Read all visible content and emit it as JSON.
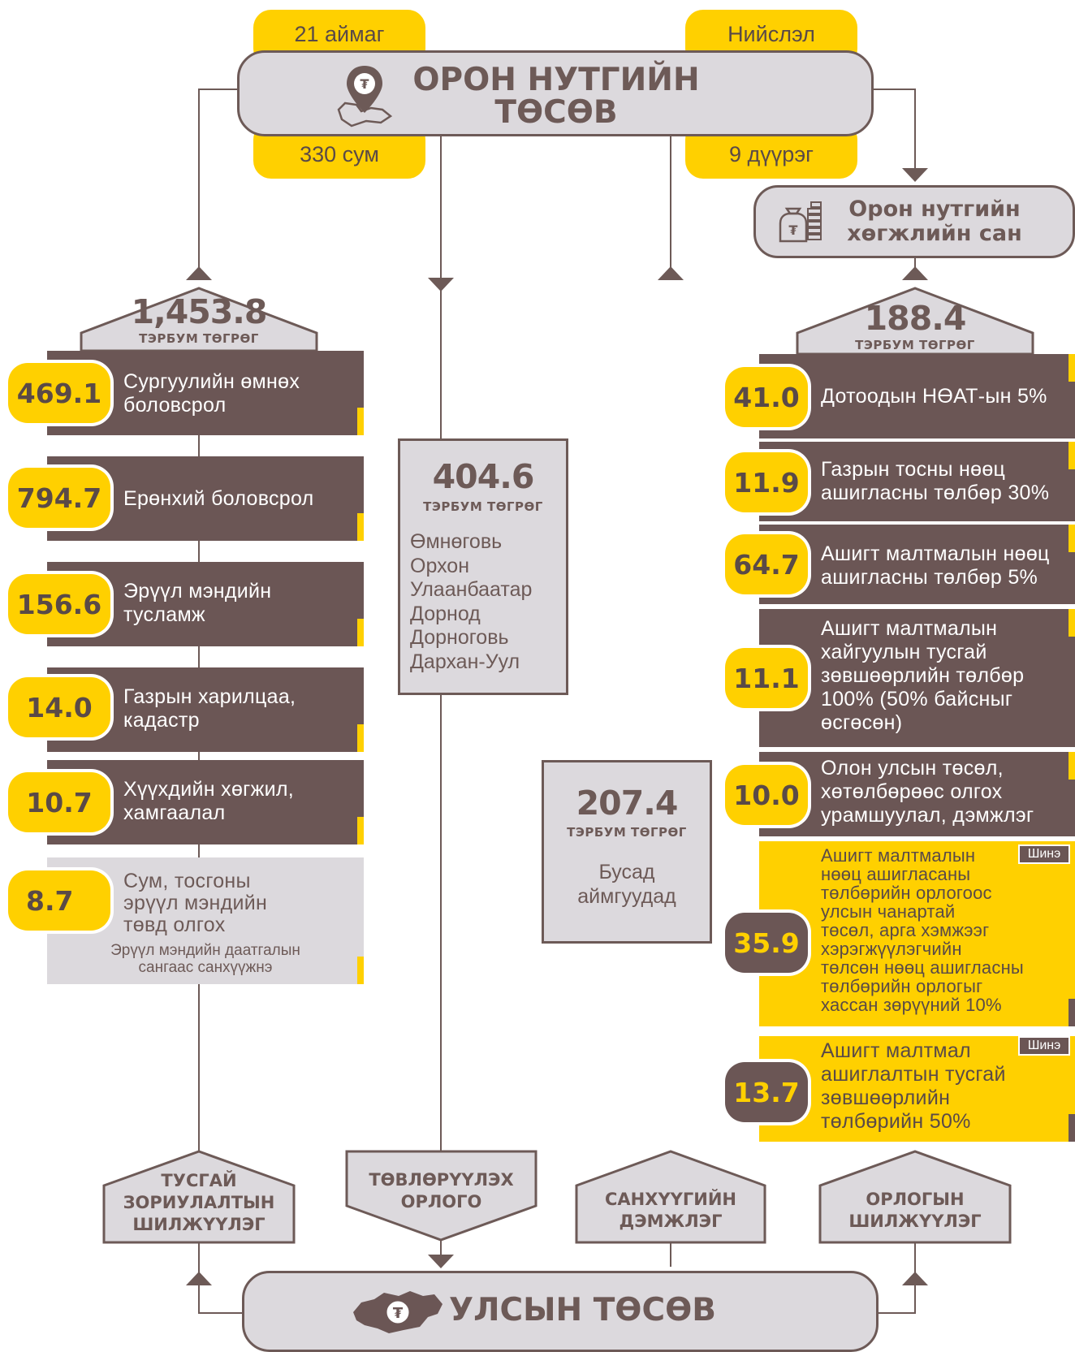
{
  "top": {
    "tags": {
      "aimag": "21 аймаг",
      "capital": "Нийслэл",
      "sum": "330 сум",
      "duureg": "9 дүүрэг"
    },
    "title_line1": "ОРОН НУТГИЙН",
    "title_line2": "ТӨСӨВ"
  },
  "fund": {
    "line1": "Орон нутгийн",
    "line2": "хөгжлийн сан"
  },
  "left": {
    "total": "1,453.8",
    "unit": "ТЭРБУМ ТӨГРӨГ",
    "items": [
      {
        "value": "469.1",
        "line1": "Сургуулийн өмнөх",
        "line2": "боловсрол"
      },
      {
        "value": "794.7",
        "line1": "Ерөнхий боловсрол",
        "line2": ""
      },
      {
        "value": "156.6",
        "line1": "Эрүүл мэндийн",
        "line2": "тусламж"
      },
      {
        "value": "14.0",
        "line1": "Газрын харилцаа,",
        "line2": "кадастр"
      },
      {
        "value": "10.7",
        "line1": "Хүүхдийн хөгжил,",
        "line2": "хамгаалал"
      },
      {
        "value": "8.7",
        "line1": "Сум, тосгоны",
        "line2": "эрүүл мэндийн",
        "line3": "төвд олгох",
        "note1": "Эрүүл мэндийн даатгалын",
        "note2": "сангаас санхүүжнэ"
      }
    ]
  },
  "center": {
    "total": "404.6",
    "unit": "ТЭРБУМ ТӨГРӨГ",
    "places": [
      "Өмнөговь",
      "Орхон",
      "Улаанбаатар",
      "Дорнод",
      "Дорноговь",
      "Дархан-Уул"
    ]
  },
  "center2": {
    "total": "207.4",
    "unit": "ТЭРБУМ ТӨГРӨГ",
    "line1": "Бусад",
    "line2": "аймгуудад"
  },
  "right": {
    "total": "188.4",
    "unit": "ТЭРБУМ ТӨГРӨГ",
    "items": [
      {
        "value": "41.0",
        "lines": [
          "Дотоодын НӨАТ-ын 5%"
        ]
      },
      {
        "value": "11.9",
        "lines": [
          "Газрын тосны нөөц",
          "ашигласны төлбөр 30%"
        ]
      },
      {
        "value": "64.7",
        "lines": [
          "Ашигт малтмалын нөөц",
          "ашигласны төлбөр 5%"
        ]
      },
      {
        "value": "11.1",
        "lines": [
          "Ашигт малтмалын",
          "хайгуулын тусгай",
          "зөвшөөрлийн төлбөр",
          "100% (50% байсныг",
          "өсгөсөн)"
        ]
      },
      {
        "value": "10.0",
        "lines": [
          "Олон улсын төсөл,",
          "хөтөлбөрөөс олгох",
          "урамшуулал, дэмжлэг"
        ]
      },
      {
        "value": "35.9",
        "badge": "Шинэ",
        "lines": [
          "Ашигт малтмалын",
          "нөөц ашигласаны",
          "төлбөрийн орлогоос",
          "улсын чанартай",
          "төсөл, арга хэмжээг",
          "хэрэгжүүлэгчийн",
          "төлсөн нөөц ашигласны",
          "төлбөрийн орлогыг",
          "хассан зөрүүний 10%"
        ]
      },
      {
        "value": "13.7",
        "badge": "Шинэ",
        "lines": [
          "Ашигт малтмал",
          "ашиглалтын тусгай",
          "зөвшөөрлийн",
          "төлбөрийн  50%"
        ]
      }
    ]
  },
  "flows": {
    "special_l1": "ТУСГАЙ",
    "special_l2": "ЗОРИУЛАЛТЫН",
    "special_l3": "ШИЛЖҮҮЛЭГ",
    "central_l1": "ТӨВЛӨРҮҮЛЭХ",
    "central_l2": "ОРЛОГО",
    "finance_l1": "САНХҮҮГИЙН",
    "finance_l2": "ДЭМЖЛЭГ",
    "revenue_l1": "ОРЛОГЫН",
    "revenue_l2": "ШИЛЖҮҮЛЭГ"
  },
  "bottom": {
    "title": "УЛСЫН ТӨСӨВ"
  },
  "colors": {
    "yellow": "#ffd000",
    "brown": "#6b5655",
    "grey": "#dcd9dd"
  },
  "icons": [
    "location-pin-tugrik-icon",
    "money-bag-coins-icon",
    "mongolia-map-tugrik-icon"
  ]
}
